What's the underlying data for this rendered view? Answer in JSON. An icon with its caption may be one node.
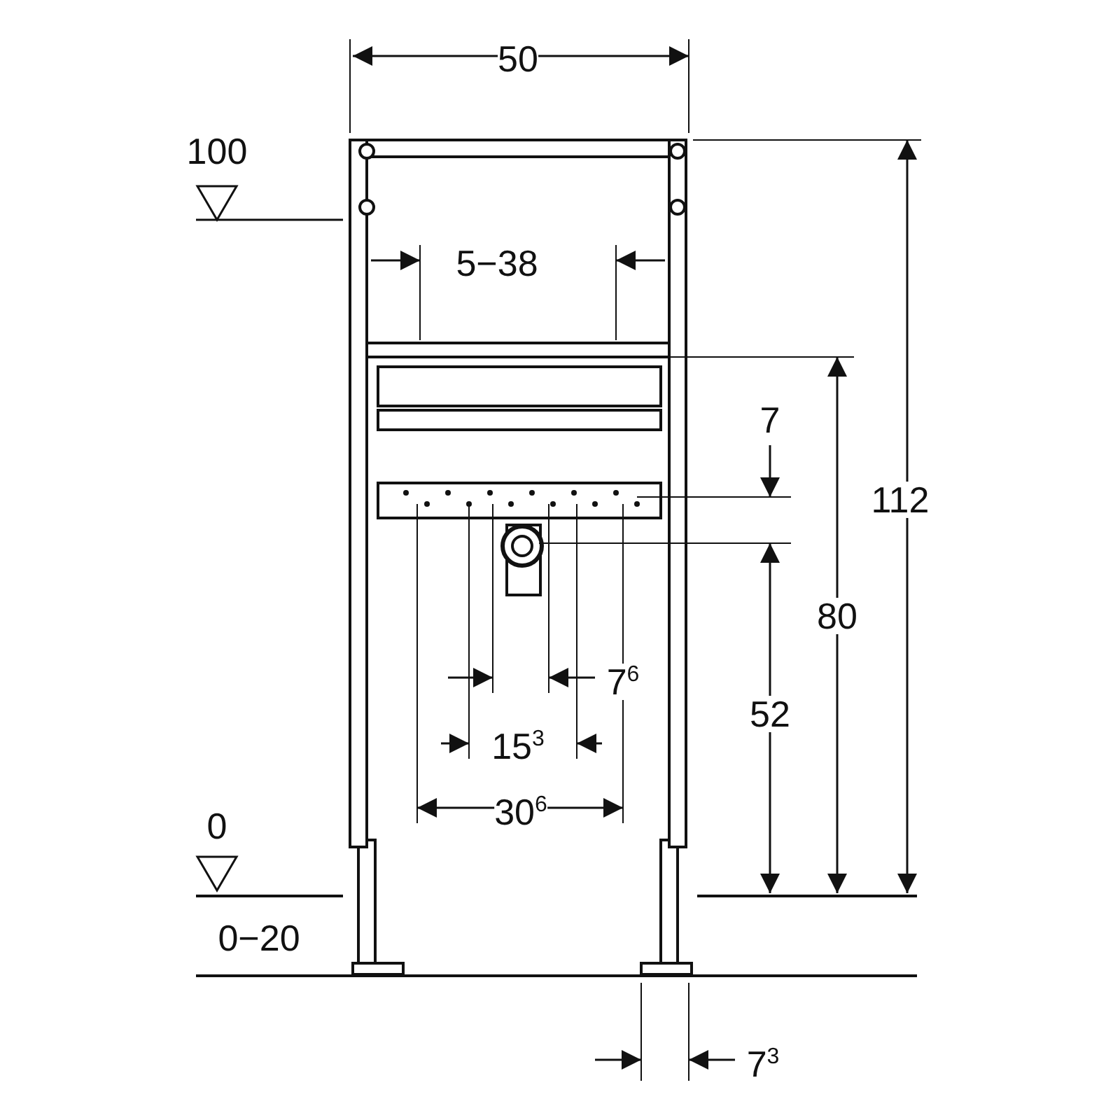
{
  "diagram": {
    "labels": [
      "50",
      "100",
      "5−38",
      "7",
      "112",
      "80",
      "52",
      "7$^{6}$",
      "15$^{3}$",
      "30$^{6}$",
      "0",
      "0−20",
      "7$^{3}$"
    ]
  }
}
